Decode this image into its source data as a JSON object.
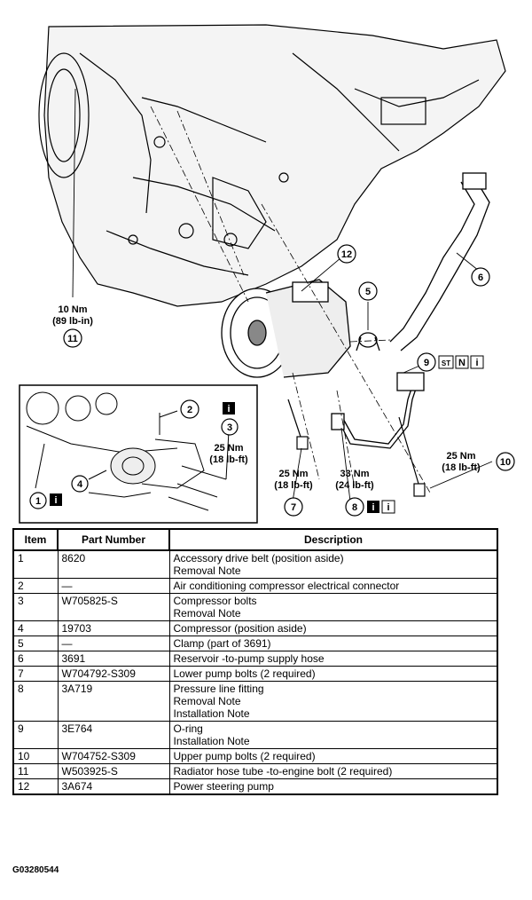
{
  "callouts": {
    "c1": "1",
    "c2": "2",
    "c3": "3",
    "c4": "4",
    "c5": "5",
    "c6": "6",
    "c7": "7",
    "c8": "8",
    "c9": "9",
    "c10": "10",
    "c11": "11",
    "c12": "12"
  },
  "torque": {
    "t11_nm": "10 Nm",
    "t11_lb": "(89 lb-in)",
    "t3_nm": "25 Nm",
    "t3_lb": "(18 lb-ft)",
    "t7_nm": "25 Nm",
    "t7_lb": "(18 lb-ft)",
    "t8_nm": "33 Nm",
    "t8_lb": "(24 lb-ft)",
    "t10_nm": "25 Nm",
    "t10_lb": "(18 lb-ft)"
  },
  "badges": {
    "info": "i",
    "st": "ST",
    "n": "N"
  },
  "table": {
    "headers": [
      "Item",
      "Part Number",
      "Description"
    ],
    "rows": [
      {
        "item": "1",
        "part": "8620",
        "desc": [
          "Accessory drive belt (position aside)",
          "Removal Note"
        ]
      },
      {
        "item": "2",
        "part": "—",
        "desc": [
          "Air conditioning compressor electrical connector"
        ]
      },
      {
        "item": "3",
        "part": "W705825-S",
        "desc": [
          "Compressor bolts",
          "Removal Note"
        ]
      },
      {
        "item": "4",
        "part": "19703",
        "desc": [
          "Compressor (position aside)"
        ]
      },
      {
        "item": "5",
        "part": "—",
        "desc": [
          "Clamp (part of 3691)"
        ]
      },
      {
        "item": "6",
        "part": "3691",
        "desc": [
          "Reservoir -to-pump supply hose"
        ]
      },
      {
        "item": "7",
        "part": "W704792-S309",
        "desc": [
          "Lower pump bolts (2 required)"
        ]
      },
      {
        "item": "8",
        "part": "3A719",
        "desc": [
          "Pressure line fitting",
          "Removal Note",
          "Installation Note"
        ]
      },
      {
        "item": "9",
        "part": "3E764",
        "desc": [
          "O-ring",
          "Installation Note"
        ]
      },
      {
        "item": "10",
        "part": "W704752-S309",
        "desc": [
          "Upper pump bolts (2 required)"
        ]
      },
      {
        "item": "11",
        "part": "W503925-S",
        "desc": [
          "Radiator hose tube -to-engine bolt (2 required)"
        ]
      },
      {
        "item": "12",
        "part": "3A674",
        "desc": [
          "Power steering pump"
        ]
      }
    ]
  },
  "figure_id": "G03280544"
}
